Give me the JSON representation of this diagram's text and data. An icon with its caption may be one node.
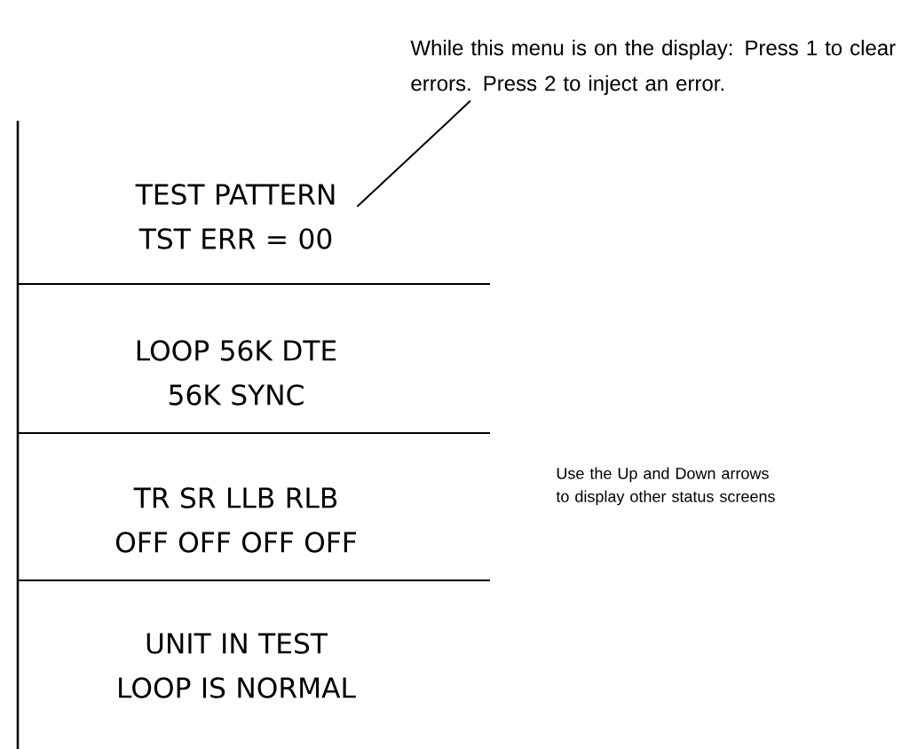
{
  "diagram": {
    "nodes": [
      {
        "text": [
          "TEST PATTERN TST ERR = 00"
        ]
      },
      {
        "text": [
          "LOOP 56K DTE 56K SYNC"
        ]
      },
      {
        "text": [
          "TR  SR  LLB  RLB OFF OFF OFF OFF"
        ]
      },
      {
        "text": [
          "UNIT IN TEST LOOP IS NORMAL"
        ]
      },
      {
        "text": [
          "While this menu is on the display: Press 1 to clear errors. Press 2 to inject an error."
        ]
      }
    ],
    "edges": [
      {
        "from": 4,
        "to": 0,
        "arrow": "none"
      }
    ],
    "labels": [
      "Use the Up and Down arrows to display other status screens"
    ]
  }
}
